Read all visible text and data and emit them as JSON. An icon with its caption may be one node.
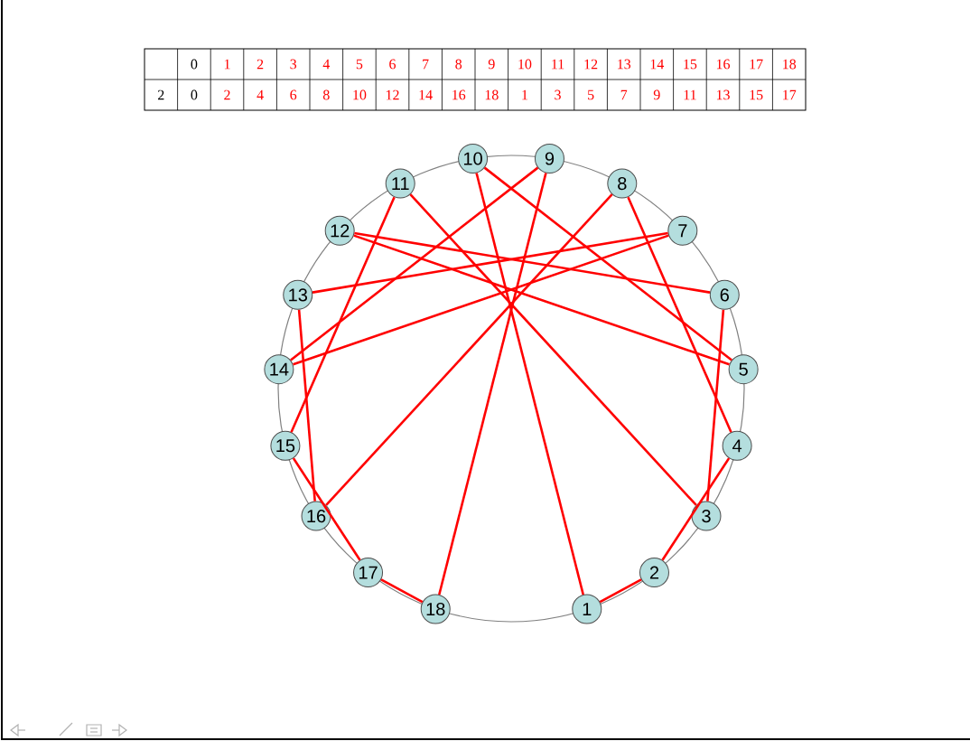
{
  "diagram": {
    "nodes": [
      {
        "text": [
          "1"
        ]
      },
      {
        "text": [
          "2"
        ]
      },
      {
        "text": [
          "3"
        ]
      },
      {
        "text": [
          "4"
        ]
      },
      {
        "text": [
          "5"
        ]
      },
      {
        "text": [
          "6"
        ]
      },
      {
        "text": [
          "7"
        ]
      },
      {
        "text": [
          "8"
        ]
      },
      {
        "text": [
          "9"
        ]
      },
      {
        "text": [
          "10"
        ]
      },
      {
        "text": [
          "11"
        ]
      },
      {
        "text": [
          "12"
        ]
      },
      {
        "text": [
          "13"
        ]
      },
      {
        "text": [
          "14"
        ]
      },
      {
        "text": [
          "15"
        ]
      },
      {
        "text": [
          "16"
        ]
      },
      {
        "text": [
          "17"
        ]
      },
      {
        "text": [
          "18"
        ]
      }
    ],
    "edges": [
      {
        "from": 0,
        "to": 1,
        "arrow": "none"
      },
      {
        "from": 1,
        "to": 3,
        "arrow": "none"
      },
      {
        "from": 3,
        "to": 7,
        "arrow": "none"
      },
      {
        "from": 7,
        "to": 15,
        "arrow": "none"
      },
      {
        "from": 15,
        "to": 12,
        "arrow": "none"
      },
      {
        "from": 12,
        "to": 6,
        "arrow": "none"
      },
      {
        "from": 6,
        "to": 13,
        "arrow": "none"
      },
      {
        "from": 13,
        "to": 8,
        "arrow": "none"
      },
      {
        "from": 8,
        "to": 17,
        "arrow": "none"
      },
      {
        "from": 17,
        "to": 16,
        "arrow": "none"
      },
      {
        "from": 16,
        "to": 14,
        "arrow": "none"
      },
      {
        "from": 14,
        "to": 10,
        "arrow": "none"
      },
      {
        "from": 10,
        "to": 2,
        "arrow": "none"
      },
      {
        "from": 2,
        "to": 5,
        "arrow": "none"
      },
      {
        "from": 5,
        "to": 11,
        "arrow": "none"
      },
      {
        "from": 11,
        "to": 4,
        "arrow": "none"
      },
      {
        "from": 4,
        "to": 9,
        "arrow": "none"
      },
      {
        "from": 9,
        "to": 0,
        "arrow": "none"
      }
    ],
    "labels": [
      "0",
      "1",
      "2",
      "3",
      "4",
      "5",
      "6",
      "7",
      "8",
      "9",
      "10",
      "11",
      "12",
      "13",
      "14",
      "15",
      "16",
      "17",
      "18",
      "2",
      "0",
      "2",
      "4",
      "6",
      "8",
      "10",
      "12",
      "14",
      "16",
      "18",
      "1",
      "3",
      "5",
      "7",
      "9",
      "11",
      "13",
      "15",
      "17"
    ]
  }
}
